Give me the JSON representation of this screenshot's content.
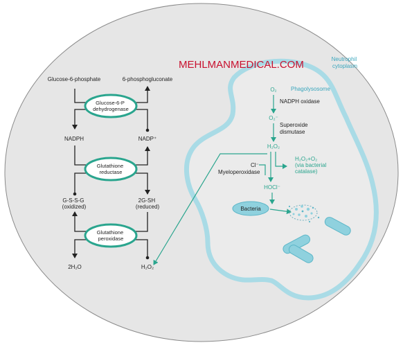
{
  "watermark": "MEHLMANMEDICAL.COM",
  "cytoplasm_label": [
    "Neutrophil",
    "cytoplasm"
  ],
  "phagolysosome_label": "Phagolysosome",
  "left_pathway": {
    "glucose6p": "Glucose-6-phosphate",
    "phosphogluconate": "6-phosphogluconate",
    "enzyme1": [
      "Glucose-6-P",
      "dehydrogenase"
    ],
    "nadph": "NADPH",
    "nadp": "NADP⁺",
    "enzyme2": [
      "Glutathione",
      "reductase"
    ],
    "gssg": [
      "G-S-S-G",
      "(oxidized)"
    ],
    "gsh": [
      "2G-SH",
      "(reduced)"
    ],
    "enzyme3": [
      "Glutathione",
      "peroxidase"
    ],
    "water": "2H₂O",
    "h2o2": "H₂O₂"
  },
  "right_pathway": {
    "o2": "O₂",
    "nadph_oxidase": "NADPH oxidase",
    "superoxide": "O₂⁻",
    "superoxide_dismutase": [
      "Superoxide",
      "dismutase"
    ],
    "h2o2": "H₂O₂",
    "catalase_products": [
      "H₂O₂+O₂",
      "(via bacterial",
      "catalase)"
    ],
    "cl": "Cl⁻",
    "myeloperoxidase": "Myeloperoxidase",
    "hocl": "HOCl⁻",
    "bacteria": "Bacteria"
  },
  "colors": {
    "teal": "#2aa58e",
    "membrane": "#a9dbe6",
    "organelle": "#8fd1de",
    "cell_fill": "#e6e6e6",
    "watermark": "#c8102e"
  }
}
